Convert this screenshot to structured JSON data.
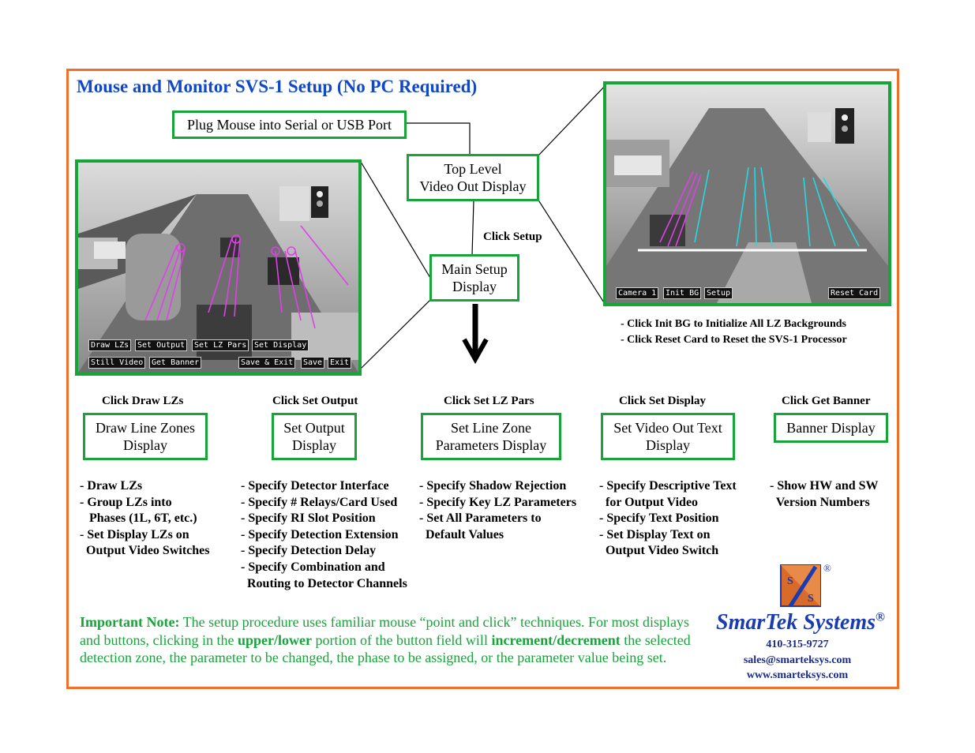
{
  "title": "Mouse and Monitor SVS-1 Setup (No PC Required)",
  "boxes": {
    "plug": "Plug Mouse into Serial or USB Port",
    "top_level_1": "Top Level",
    "top_level_2": "Video Out Display",
    "main_setup_1": "Main Setup",
    "main_setup_2": "Display",
    "draw_lz_1": "Draw Line Zones",
    "draw_lz_2": "Display",
    "set_output_1": "Set Output",
    "set_output_2": "Display",
    "lz_pars_1": "Set Line Zone",
    "lz_pars_2": "Parameters Display",
    "video_text_1": "Set Video Out Text",
    "video_text_2": "Display",
    "banner": "Banner Display"
  },
  "labels": {
    "click_setup": "Click Setup",
    "click_draw": "Click Draw LZs",
    "click_output": "Click Set Output",
    "click_lzpars": "Click Set LZ Pars",
    "click_display": "Click Set Display",
    "click_banner": "Click Get Banner"
  },
  "right_notes": [
    "- Click Init BG to Initialize All LZ Backgrounds",
    "- Click Reset Card to Reset the SVS-1 Processor"
  ],
  "columns": {
    "draw": [
      "- Draw LZs",
      "- Group LZs into",
      "   Phases (1L, 6T, etc.)",
      "- Set Display LZs on",
      "  Output Video Switches"
    ],
    "output": [
      "- Specify Detector Interface",
      "- Specify # Relays/Card Used",
      "- Specify RI Slot Position",
      "- Specify Detection Extension",
      "- Specify Detection Delay",
      "- Specify Combination and",
      "  Routing to Detector Channels"
    ],
    "lzpars": [
      "- Specify Shadow Rejection",
      "- Specify Key LZ Parameters",
      "- Set All Parameters to",
      "  Default Values"
    ],
    "display": [
      "- Specify Descriptive Text",
      "  for Output Video",
      "- Specify Text Position",
      "- Set Display Text on",
      "  Output Video Switch"
    ],
    "banner": [
      "- Show HW and SW",
      "  Version Numbers"
    ]
  },
  "left_screen": {
    "buttons_row1": [
      "Draw LZs",
      "Set Output",
      "Set LZ Pars",
      "Set Display"
    ],
    "buttons_row2": [
      "Still Video",
      "Get Banner",
      "Save & Exit",
      "Save",
      "Exit"
    ]
  },
  "right_screen": {
    "buttons": [
      "Camera 1",
      "Init BG",
      "Setup",
      "Reset Card"
    ]
  },
  "note": {
    "label": "Important Note:",
    "t1": "  The setup procedure uses familiar mouse “point and click” techniques.  For most displays and buttons, clicking in the ",
    "b1": "upper/lower",
    "t2": " portion of the button field will ",
    "b2": "increment/decrement",
    "t3": " the selected detection zone, the parameter to be changed,  the phase to be assigned, or the parameter value being set."
  },
  "brand": {
    "name": "SmarTek Systems",
    "reg": "®",
    "logo_s1": "S",
    "logo_s2": "S",
    "phone": "410-315-9727",
    "email": "sales@smarteksys.com",
    "web": "www.smarteksys.com"
  },
  "colors": {
    "frame": "#f07028",
    "box_border": "#17a53a",
    "title": "#1148c8",
    "brand": "#1a3cb0"
  }
}
